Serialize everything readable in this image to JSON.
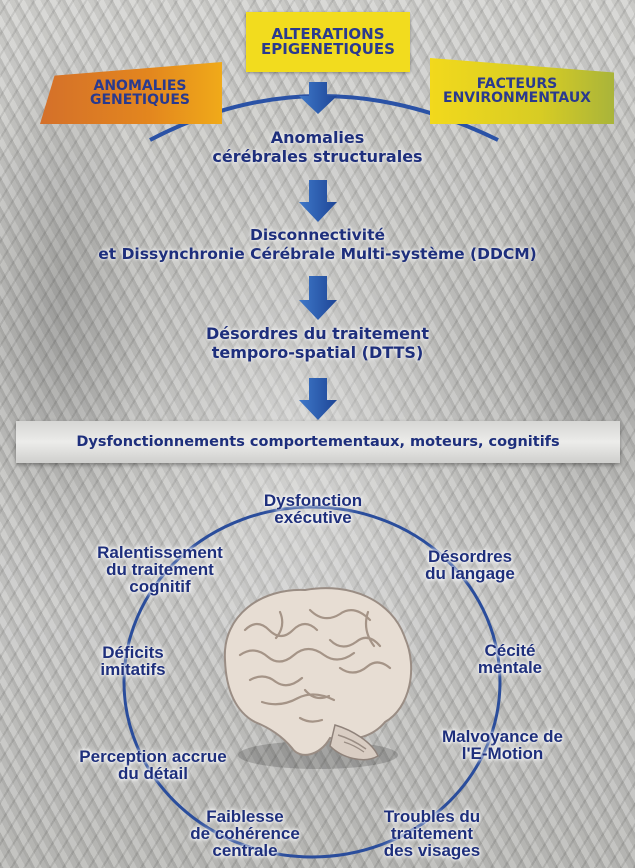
{
  "causes": {
    "top": "ALTERATIONS\nEPIGENETIQUES",
    "left": "ANOMALIES\nGENETIQUES",
    "right": "FACTEURS\nENVIRONMENTAUX"
  },
  "stages": [
    "Anomalies\ncérébrales structurales",
    "Disconnectivité\net Dissynchronie Cérébrale Multi-système (DDCM)",
    "Désordres du traitement\ntemporo-spatial (DTTS)"
  ],
  "outcome_band": "Dysfonctionnements comportementaux, moteurs, cognitifs",
  "cycle": [
    "Dysfonction\nexécutive",
    "Désordres\ndu langage",
    "Cécité\nmentale",
    "Malvoyance de\nl'E-Motion",
    "Troubles du\ntraitement\ndes visages",
    "Faiblesse\nde cohérence\ncentrale",
    "Perception accrue\ndu détail",
    "Déficits\nimitatifs",
    "Ralentissement\ndu traitement\ncognitif"
  ],
  "colors": {
    "text": "#1e2f7c",
    "arrow": "#2e5fb0",
    "top_box": "#f2dc1e",
    "left_box": "#e3861e",
    "right_box": "#d7cc24"
  },
  "center_image": "brain-illustration"
}
